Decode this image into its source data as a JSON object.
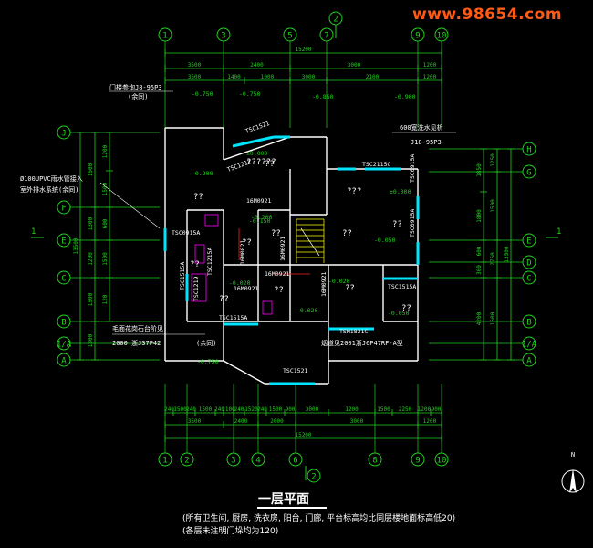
{
  "watermark": "www.98654.com",
  "title": "一层平面",
  "notes": [
    "(所有卫生间, 厨房, 洗衣房, 阳台, 门廊, 平台标高均比同层楼地面标高低20)",
    "(各层未注明门垛均为120)"
  ],
  "colors": {
    "background": "#000000",
    "axis": "#21d11f",
    "wall": "#ffffff",
    "window": "#00e5ff",
    "room_text": "#ffffff",
    "level": "#21d11f",
    "furniture": "#ff00ff",
    "stair": "#ffff00",
    "red_line": "#ff2020",
    "watermark": "#ff5a14"
  },
  "axes": {
    "columns_top": [
      "1",
      "3",
      "5",
      "7",
      "9",
      "10"
    ],
    "columns_bottom": [
      "1",
      "2",
      "3",
      "4",
      "6",
      "8",
      "9",
      "10"
    ],
    "rows_left": [
      "J",
      "F",
      "E",
      "C",
      "B",
      "1/A",
      "A"
    ],
    "rows_right": [
      "H",
      "G",
      "E",
      "D",
      "C",
      "B",
      "1/A",
      "A"
    ]
  },
  "section_marks": [
    "2",
    "2",
    "1",
    "1"
  ],
  "dims": {
    "top_total": "15200",
    "top_segments": [
      "3500",
      "2400",
      "3000",
      "1200"
    ],
    "top_second": [
      "3500",
      "1400",
      "1000",
      "3000",
      "2100",
      "1200"
    ],
    "bottom_total": "15200",
    "bottom_segments": [
      "3500",
      "2400",
      "2000",
      "3000",
      "1200"
    ],
    "bottom_detail": [
      "240",
      "1500",
      "240",
      "1500",
      "240",
      "2100",
      "240",
      "1520",
      "240",
      "1500",
      "900",
      "3000",
      "1200",
      "1500",
      "2250",
      "1200",
      "900"
    ],
    "left_total": "13500",
    "left_segments": [
      "1500",
      "1300",
      "1200",
      "1500",
      "1800"
    ],
    "left_detail": [
      "1200",
      "1500",
      "600",
      "1500",
      "120"
    ],
    "right_total": "13500",
    "right_segments": [
      "1250",
      "1500",
      "2750",
      "1500"
    ],
    "right_detail": [
      "1850",
      "1800",
      "600",
      "300",
      "4200"
    ]
  },
  "callouts": {
    "door_detail": "门楼参询J8-95P3",
    "door_detail_ref": "(余同)",
    "pipe": "Ø100UPVC雨水管接入",
    "pipe2": "室外排水系统(余同)",
    "sink": "600宽洗水见析",
    "sink_ref": "J18-95P3",
    "planter": "毛面花岗石台阶见",
    "planter_ref": "2000 浙J37P42",
    "planter_ref2": "(余同)",
    "chimney": "烟道见2001浙J6P47RF-A型"
  },
  "labels": {
    "windows": [
      "TSC1521",
      "TSC2115C",
      "TSC0915A",
      "TSC0915A",
      "TSC0915A",
      "TSC1515A",
      "TSC1515A",
      "TSC1515A",
      "TSM1821C",
      "TSC1521",
      "TSC1212",
      "TSC1215A",
      "TSC1219"
    ],
    "doors": [
      "16M0921",
      "16M0821",
      "16M0921",
      "16M0921",
      "16M0921",
      "16M0921"
    ],
    "levels": [
      "-0.750",
      "-0.750",
      "-0.850",
      "-0.900",
      "-0.200",
      "-0.150",
      "±0.000",
      "-0.050",
      "-0.200",
      "-0.020",
      "-0.750",
      "-0.020",
      "±0.000",
      "-0.020",
      "-0.050"
    ],
    "rooms": [
      "??",
      "??",
      "???",
      "??",
      "??",
      "??",
      "??",
      "??",
      "??",
      "??",
      "??",
      "??",
      "??????"
    ]
  },
  "north": "N"
}
